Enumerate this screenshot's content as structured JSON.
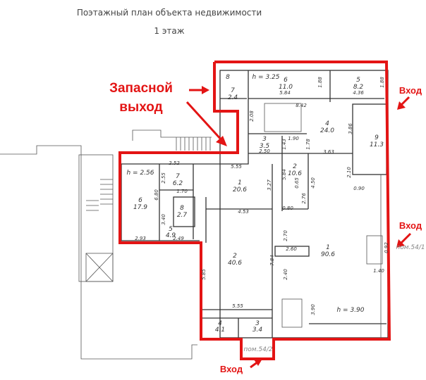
{
  "header": {
    "title": "Поэтажный план объекта недвижимости",
    "floor": "1 этаж"
  },
  "annotations": {
    "emergency_exit_line1": "Запасной",
    "emergency_exit_line2": "выход",
    "entrance_top": "Вход",
    "entrance_right": "Вход",
    "entrance_bottom": "Вход",
    "highlight_color": "#e31414"
  },
  "premises_labels": {
    "right": "пом.54/1",
    "bottom": "пом.54/2"
  },
  "heights": {
    "top": "h = 3.25",
    "left": "h = 2.56",
    "main": "h = 3.90"
  },
  "rooms": {
    "top_8": {
      "number": "8"
    },
    "top_7": {
      "number": "7",
      "area": "2.4"
    },
    "top_6": {
      "number": "6",
      "area": "11.0"
    },
    "top_5": {
      "number": "5",
      "area": "8.2"
    },
    "top_4": {
      "number": "4",
      "area": "24.0"
    },
    "top_9": {
      "number": "9",
      "area": "11.3"
    },
    "top_3": {
      "number": "3",
      "area": "3.5"
    },
    "top_2": {
      "number": "2",
      "area": "10.6"
    },
    "mid_1": {
      "number": "1",
      "area": "20.6"
    },
    "left_7": {
      "number": "7",
      "area": "6.2"
    },
    "left_6": {
      "number": "6",
      "area": "17.9"
    },
    "left_8": {
      "number": "8",
      "area": "2.7"
    },
    "left_5": {
      "number": "5",
      "area": "4.9"
    },
    "mid_2": {
      "number": "2",
      "area": "40.6"
    },
    "main_1": {
      "number": "1",
      "area": "90.6"
    },
    "bottom_4": {
      "number": "4",
      "area": "4.1"
    },
    "bottom_3": {
      "number": "3",
      "area": "3.4"
    }
  },
  "dimensions": [
    "5.84",
    "1.88",
    "4.36",
    "1.88",
    "2.08",
    "8.42",
    "3.86",
    "1.43",
    "1.90",
    "1.78",
    "2.50",
    "3.63",
    "5.84",
    "2.10",
    "5.55",
    "3.27",
    "0.65",
    "4.50",
    "0.90",
    "2.76",
    "4.53",
    "0.80",
    "2.52",
    "2.55",
    "1.70",
    "6.80",
    "3.40",
    "2.93",
    "2.49",
    "7.84",
    "5.85",
    "2.70",
    "2.60",
    "2.40",
    "0.92",
    "1.40",
    "3.90",
    "5.55"
  ]
}
